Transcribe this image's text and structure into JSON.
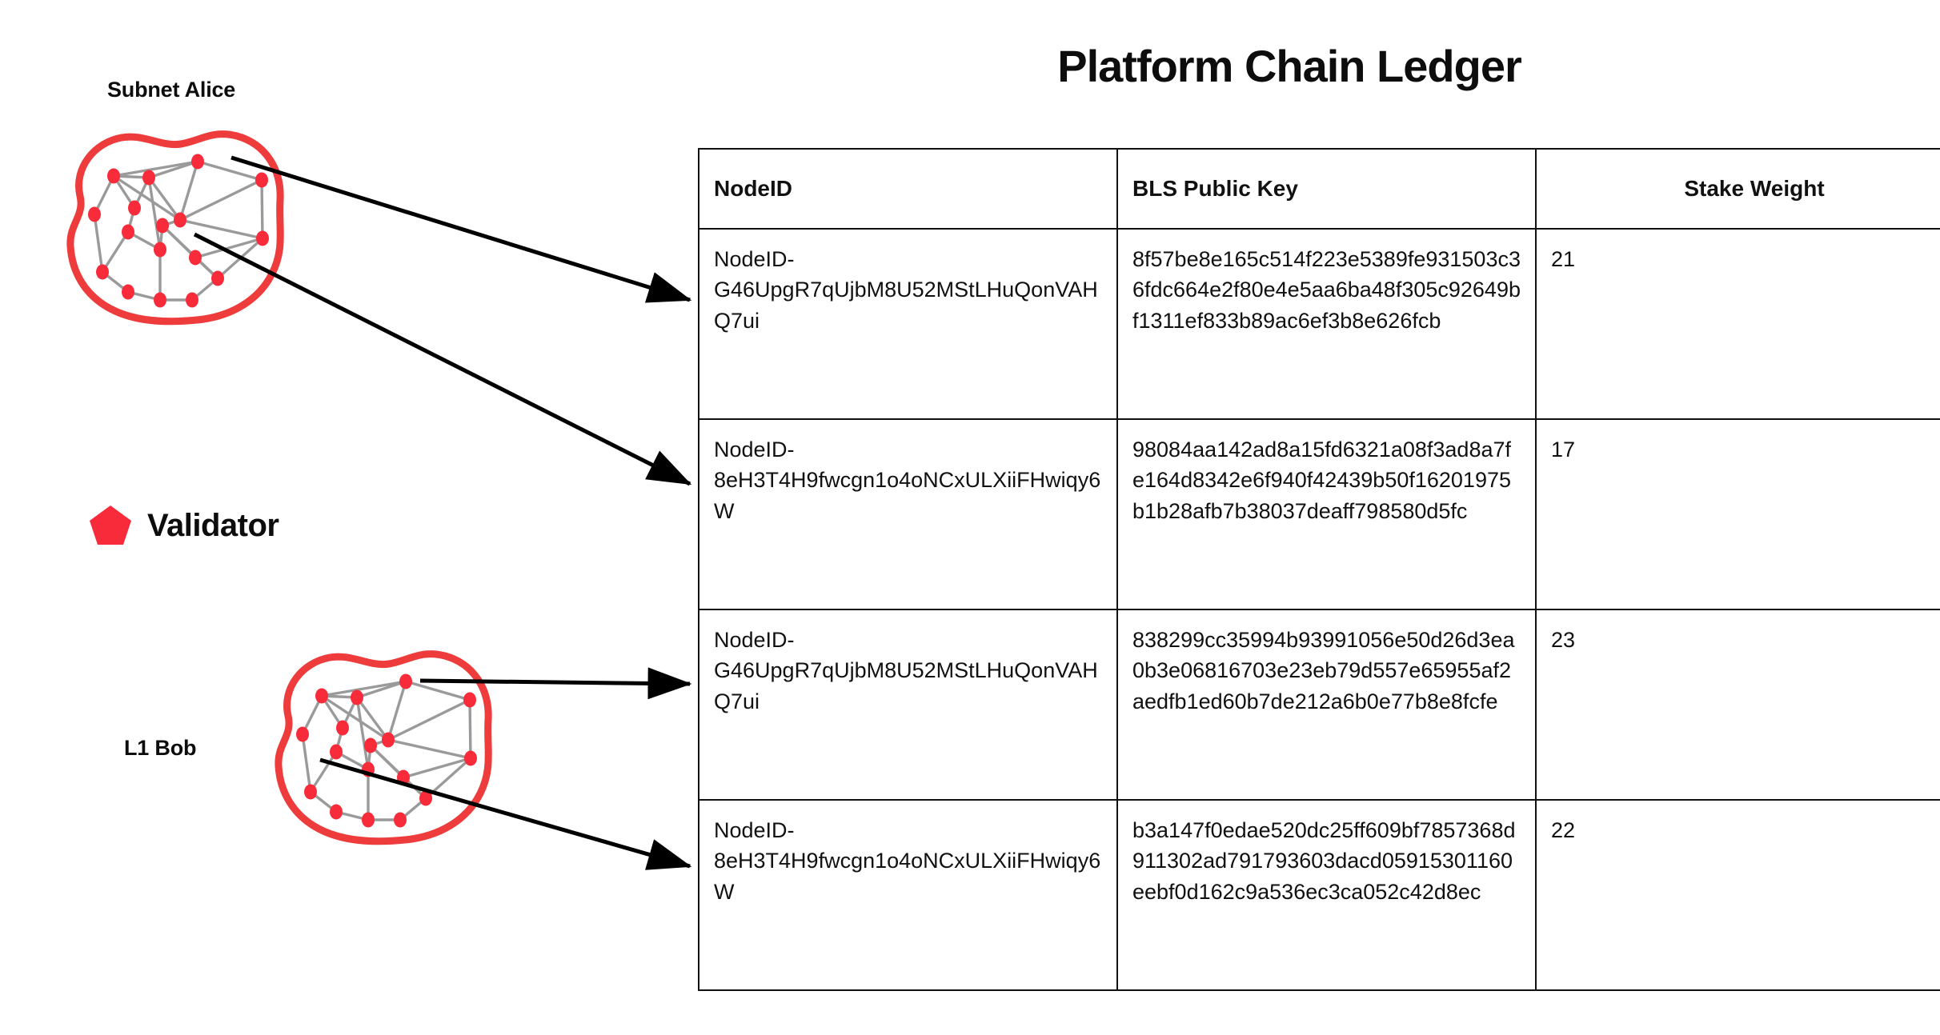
{
  "diagram": {
    "title": "Platform Chain Ledger",
    "groups": [
      {
        "id": "subnet-alice",
        "label": "Subnet Alice"
      },
      {
        "id": "l1-bob",
        "label": "L1 Bob"
      }
    ],
    "legend": {
      "icon": "pentagon-icon",
      "label": "Validator",
      "color": "#F82B3A"
    },
    "colors": {
      "validator_red": "#F82B3A",
      "blob_outline": "#EE3B3B",
      "edge_gray": "#9A9A9A",
      "arrow_black": "#000000",
      "table_border": "#111111",
      "text": "#0D0D0D"
    }
  },
  "table": {
    "columns": [
      "NodeID",
      "BLS Public Key",
      "Stake Weight"
    ],
    "rows": [
      {
        "node_id": "NodeID-G46UpgR7qUjbM8U52MStLHuQonVAHQ7ui",
        "bls_public_key": "8f57be8e165c514f223e5389fe931503c36fdc664e2f80e4e5aa6ba48f305c92649bf1311ef833b89ac6ef3b8e626fcb",
        "stake_weight": "21"
      },
      {
        "node_id": "NodeID-8eH3T4H9fwcgn1o4oNCxULXiiFHwiqy6W",
        "bls_public_key": "98084aa142ad8a15fd6321a08f3ad8a7fe164d8342e6f940f42439b50f16201975b1b28afb7b38037deaff798580d5fc",
        "stake_weight": "17"
      },
      {
        "node_id": "NodeID-G46UpgR7qUjbM8U52MStLHuQonVAHQ7ui",
        "bls_public_key": "838299cc35994b93991056e50d26d3ea0b3e06816703e23eb79d557e65955af2aedfb1ed60b7de212a6b0e77b8e8fcfe",
        "stake_weight": "23"
      },
      {
        "node_id": "NodeID-8eH3T4H9fwcgn1o4oNCxULXiiFHwiqy6W",
        "bls_public_key": "b3a147f0edae520dc25ff609bf7857368d911302ad791793603dacd05915301160eebf0d162c9a536ec3ca052c42d8ec",
        "stake_weight": "22"
      }
    ]
  }
}
